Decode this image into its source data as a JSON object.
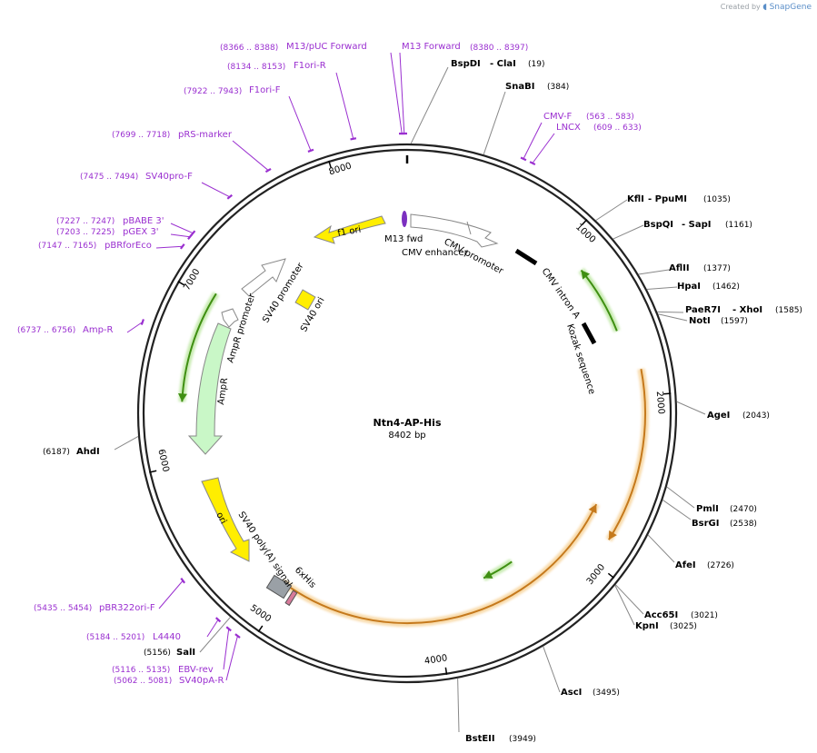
{
  "brand": {
    "created_by": "Created by",
    "product": "SnapGene"
  },
  "plasmid": {
    "name": "Ntn4-AP-His",
    "length_label": "8402 bp",
    "length": 8402
  },
  "colors": {
    "primer": "#9a2fd0",
    "enzyme": "#000000",
    "orf": "#c5791c",
    "orf_glow": "#f6cf8f",
    "green": "#3f8f12",
    "green_glow": "#b7e59a",
    "yellow": "#ffee00",
    "ampr_fill": "#c9f7c7",
    "grey": "#9aa0a6"
  },
  "ticks": [
    {
      "label": "1000",
      "pos": 1000
    },
    {
      "label": "2000",
      "pos": 2000
    },
    {
      "label": "3000",
      "pos": 3000
    },
    {
      "label": "4000",
      "pos": 4000
    },
    {
      "label": "5000",
      "pos": 5000
    },
    {
      "label": "6000",
      "pos": 6000
    },
    {
      "label": "7000",
      "pos": 7000
    },
    {
      "label": "8000",
      "pos": 8000
    }
  ],
  "enzymes": [
    {
      "name": "BspDI",
      "name2": "- ClaI",
      "range": "(19)"
    },
    {
      "name": "SnaBI",
      "range": "(384)"
    },
    {
      "name": "KflI",
      "name2": "- PpuMI",
      "range": "(1035)"
    },
    {
      "name": "BspQI",
      "name2": "- SapI",
      "range": "(1161)"
    },
    {
      "name": "AflII",
      "range": "(1377)"
    },
    {
      "name": "HpaI",
      "range": "(1462)"
    },
    {
      "name": "PaeR7I",
      "name2": "- XhoI",
      "range": "(1585)"
    },
    {
      "name": "NotI",
      "range": "(1597)"
    },
    {
      "name": "AgeI",
      "range": "(2043)"
    },
    {
      "name": "PmlI",
      "range": "(2470)"
    },
    {
      "name": "BsrGI",
      "range": "(2538)"
    },
    {
      "name": "AfeI",
      "range": "(2726)"
    },
    {
      "name": "Acc65I",
      "range": "(3021)"
    },
    {
      "name": "KpnI",
      "range": "(3025)"
    },
    {
      "name": "AscI",
      "range": "(3495)"
    },
    {
      "name": "BstEII",
      "range": "(3949)"
    },
    {
      "name": "SalI",
      "range": "(5156)"
    },
    {
      "name": "AhdI",
      "range": "(6187)"
    }
  ],
  "primers": [
    {
      "name": "M13/pUC Forward",
      "range": "(8366 .. 8388)"
    },
    {
      "name": "M13 Forward",
      "range": "(8380 .. 8397)"
    },
    {
      "name": "F1ori-R",
      "range": "(8134 .. 8153)"
    },
    {
      "name": "F1ori-F",
      "range": "(7922 .. 7943)"
    },
    {
      "name": "pRS-marker",
      "range": "(7699 .. 7718)"
    },
    {
      "name": "SV40pro-F",
      "range": "(7475 .. 7494)"
    },
    {
      "name": "pBABE 3'",
      "range": "(7227 .. 7247)"
    },
    {
      "name": "pGEX 3'",
      "range": "(7203 .. 7225)"
    },
    {
      "name": "pBRforEco",
      "range": "(7147 .. 7165)"
    },
    {
      "name": "Amp-R",
      "range": "(6737 .. 6756)"
    },
    {
      "name": "pBR322ori-F",
      "range": "(5435 .. 5454)"
    },
    {
      "name": "L4440",
      "range": "(5184 .. 5201)"
    },
    {
      "name": "EBV-rev",
      "range": "(5116 .. 5135)"
    },
    {
      "name": "SV40pA-R",
      "range": "(5062 .. 5081)"
    },
    {
      "name": "CMV-F",
      "range": "(563 .. 583)"
    },
    {
      "name": "LNCX",
      "range": "(609 .. 633)"
    }
  ],
  "features": {
    "m13_fwd": "M13 fwd",
    "cmv_enhancer": "CMV enhancer",
    "cmv_promoter": "CMV promoter",
    "cmv_intron": "CMV intron A",
    "kozak": "Kozak sequence",
    "f1_ori": "f1 ori",
    "sv40_promoter": "SV40 promoter",
    "sv40_ori": "SV40 ori",
    "ampr_promoter": "AmpR promoter",
    "ampr": "AmpR",
    "ori": "ori",
    "sv40_polya": "SV40 poly(A) signal",
    "his6": "6xHis"
  }
}
